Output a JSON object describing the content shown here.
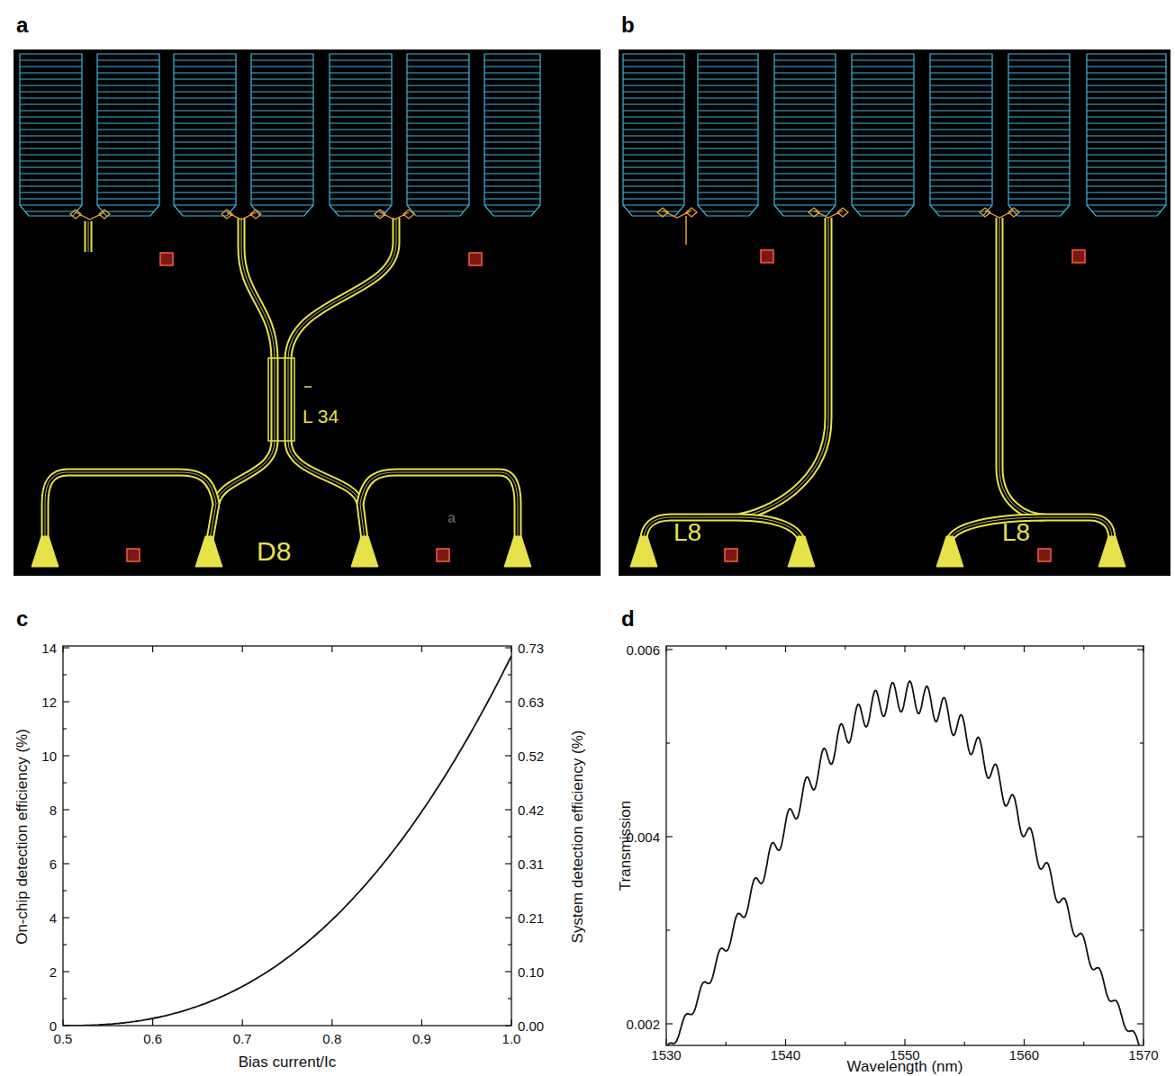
{
  "diagram": {
    "labels": [
      "a",
      "b",
      "c",
      "d",
      "L 34",
      "D8",
      "a",
      "L8",
      "L8",
      "On-chip detection efficiency (%)",
      "System detection efficiency (%)",
      "Bias current/Ic",
      "0",
      "2",
      "4",
      "6",
      "8",
      "10",
      "12",
      "14",
      "0.00",
      "0.10",
      "0.21",
      "0.31",
      "0.42",
      "0.52",
      "0.63",
      "0.73",
      "0.5",
      "0.6",
      "0.7",
      "0.8",
      "0.9",
      "1.0",
      "Transmission",
      "Wavelength (nm)",
      "0.002",
      "0.004",
      "0.006",
      "1530",
      "1540",
      "1550",
      "1560",
      "1570"
    ]
  }
}
